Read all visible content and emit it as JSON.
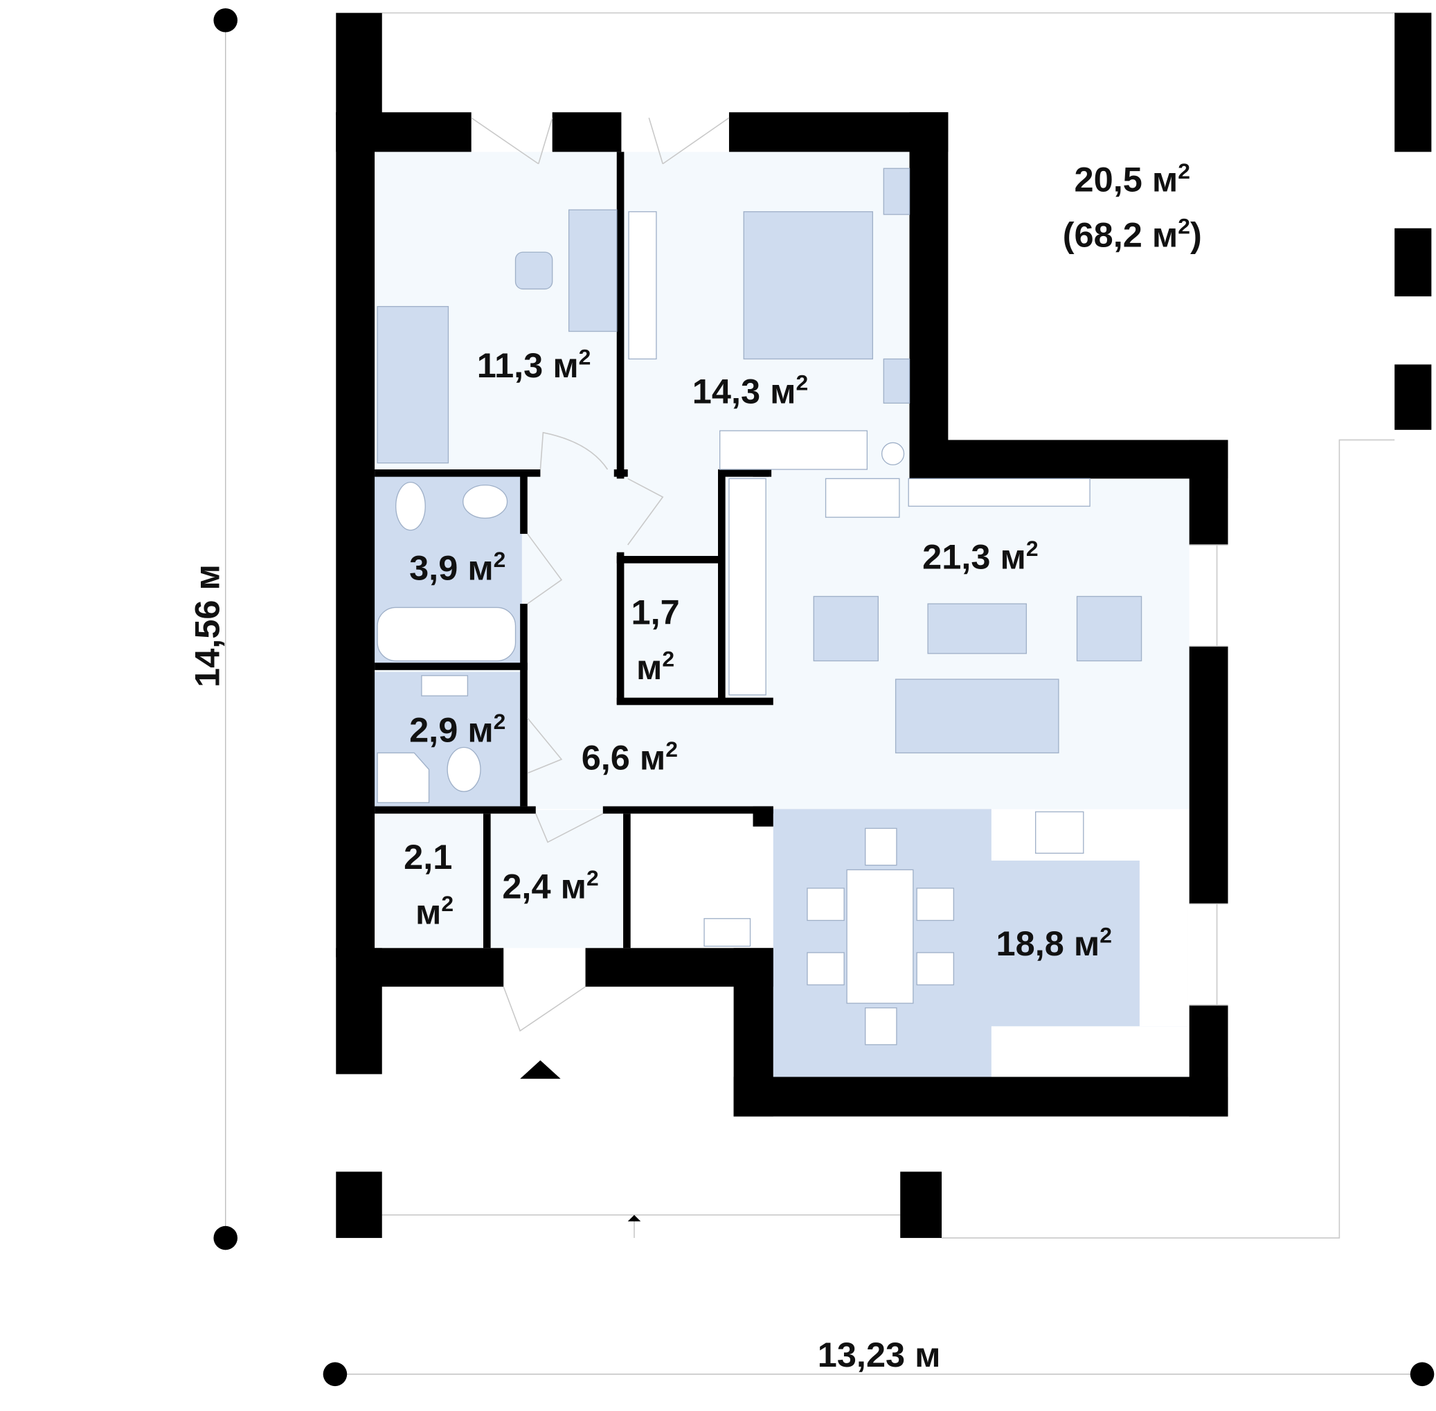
{
  "dimensions": {
    "height": "14,56 м",
    "width": "13,23 м"
  },
  "unit": "м",
  "rooms": [
    {
      "id": "terrace",
      "area": "20,5",
      "total": "(68,2 м",
      "total_close": ")"
    },
    {
      "id": "office",
      "area": "11,3"
    },
    {
      "id": "bedroom",
      "area": "14,3"
    },
    {
      "id": "living",
      "area": "21,3"
    },
    {
      "id": "bathroom",
      "area": "3,9"
    },
    {
      "id": "closet",
      "area": "1,7"
    },
    {
      "id": "wc",
      "area": "2,9"
    },
    {
      "id": "hall",
      "area": "6,6"
    },
    {
      "id": "storage",
      "area": "2,1"
    },
    {
      "id": "vestibule",
      "area": "2,4"
    },
    {
      "id": "kitchen-dining",
      "area": "18,8"
    }
  ],
  "sup": "2",
  "colors": {
    "wall": "#000000",
    "floor": "#f4f9fd",
    "wet": "#cfdcef"
  }
}
